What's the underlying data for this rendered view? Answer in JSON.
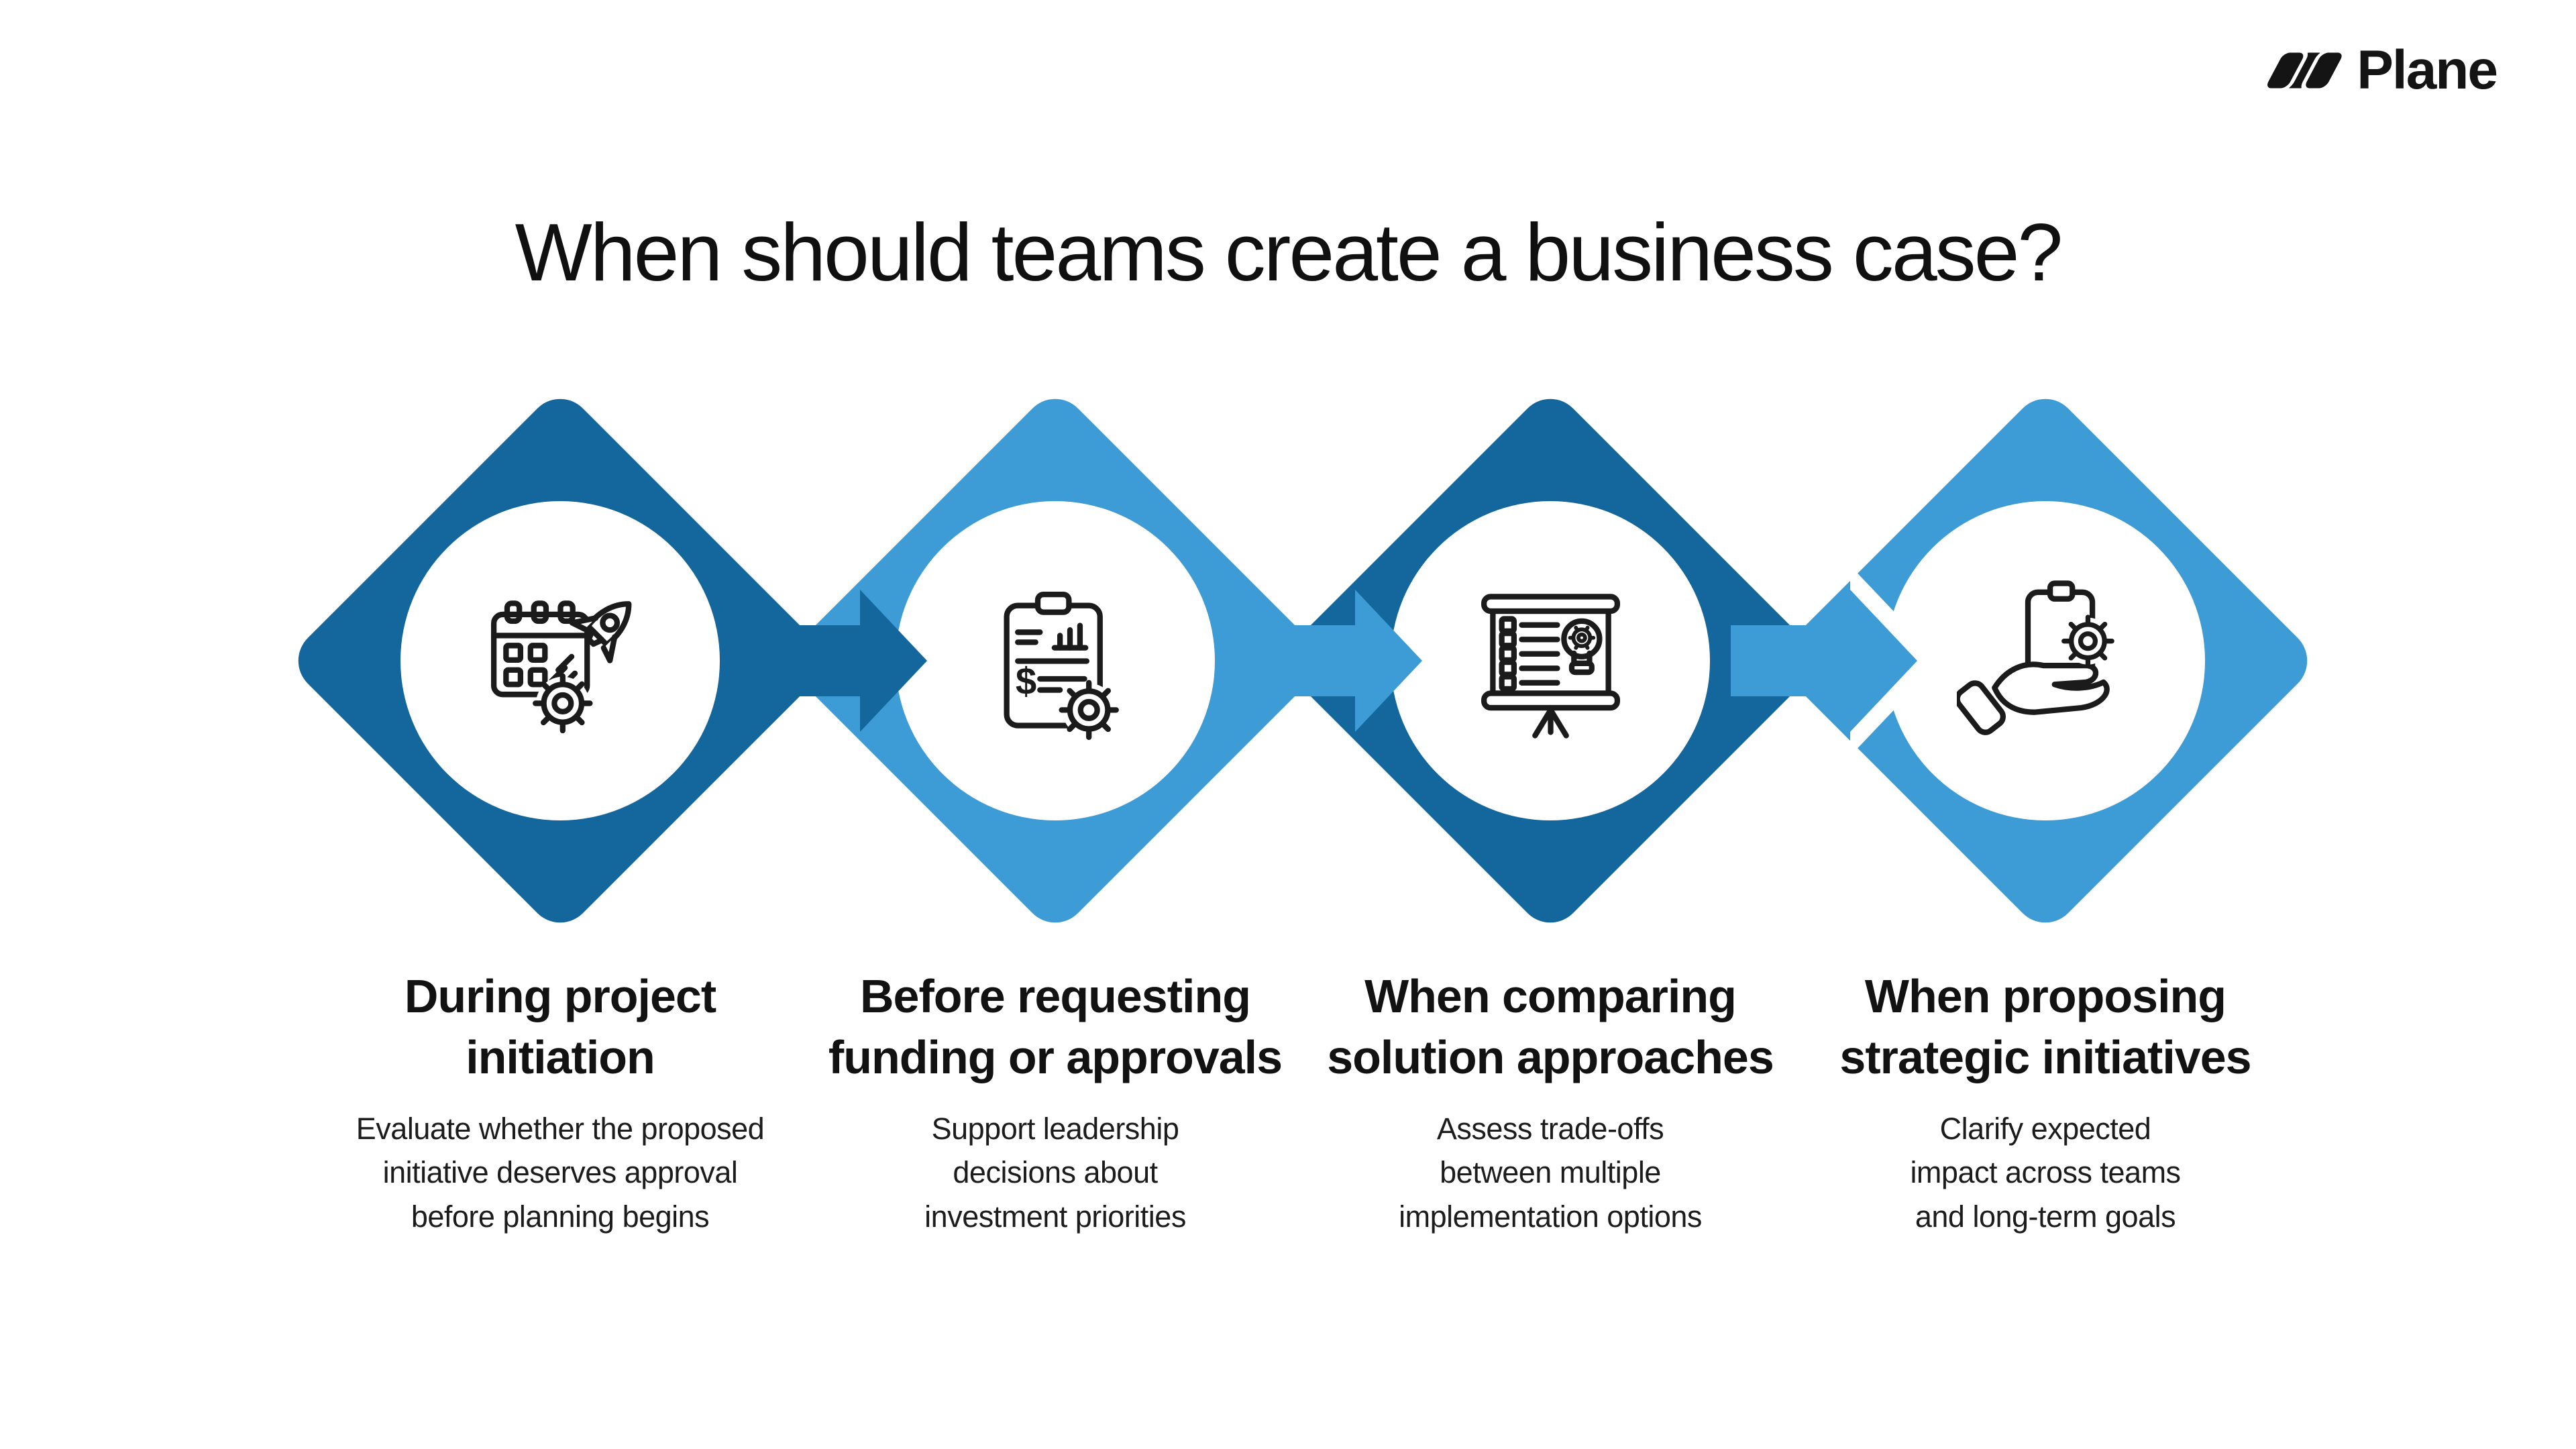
{
  "logo": {
    "brand": "Plane"
  },
  "title": "When should teams create a business case?",
  "colors": {
    "dark_blue": "#13679D",
    "light_blue": "#3D9BD5",
    "background": "#FFFFFF",
    "text": "#141414"
  },
  "steps": [
    {
      "icon": "calendar-rocket-gear-icon",
      "diamond_color": "#13679D",
      "heading_lines": [
        "During project",
        "initiation"
      ],
      "desc_lines": [
        "Evaluate whether the proposed",
        "initiative deserves approval",
        "before planning begins"
      ]
    },
    {
      "icon": "clipboard-budget-gear-icon",
      "diamond_color": "#3D9BD5",
      "heading_lines": [
        "Before requesting",
        "funding or approvals"
      ],
      "desc_lines": [
        "Support leadership",
        "decisions about",
        "investment priorities"
      ]
    },
    {
      "icon": "presentation-options-icon",
      "diamond_color": "#13679D",
      "heading_lines": [
        "When comparing",
        "solution approaches"
      ],
      "desc_lines": [
        "Assess trade-offs",
        "between multiple",
        "implementation options"
      ]
    },
    {
      "icon": "hand-clipboard-gear-icon",
      "diamond_color": "#3D9BD5",
      "heading_lines": [
        "When proposing",
        "strategic initiatives"
      ],
      "desc_lines": [
        "Clarify expected",
        "impact across teams",
        "and long-term goals"
      ]
    }
  ],
  "arrows": [
    {
      "color": "#13679D"
    },
    {
      "color": "#3D9BD5"
    },
    {
      "color": "#3D9BD5"
    }
  ]
}
